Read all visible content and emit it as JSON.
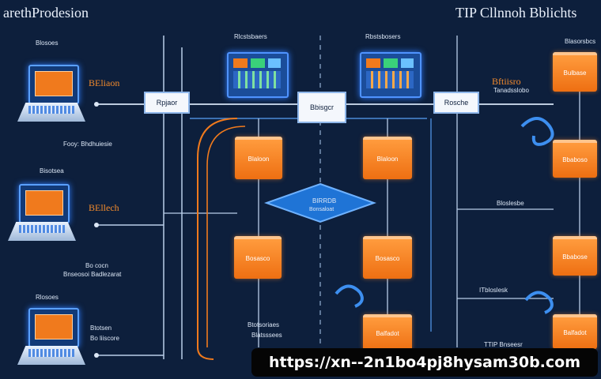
{
  "titles": {
    "left": "arethProdesion",
    "right": "TIP Cllnnoh Bblichts"
  },
  "labels": {
    "top_col2": "Rlcstsbaers",
    "top_col3": "Rbstsbosers",
    "top_right": "Blasorsbcs",
    "laptop1_tag": "Blosoes",
    "laptop3_tag": "Rlosoes",
    "left_mid1": "Fooy: Bhdhuiesie",
    "left_mid2": "Bisotsea",
    "left_low1": "Bo cocn",
    "left_low2": "Bnseosoi Badlezarat",
    "left_bottom1": "Btotsen",
    "left_bottom2": "Bo liiscore",
    "center_bottom1": "Btotsoriaes",
    "center_bottom2": "Blatsssees",
    "right_mid": "Bloslesbe",
    "right_low": "ITbloslesk",
    "right_bottom": "TTIP Bnseesr",
    "under_right_orange": "Tanadsslobo"
  },
  "orange_headings": {
    "laptop1": "BEliaon",
    "laptop2": "BEllech",
    "right": "Bftiisro"
  },
  "nodes": {
    "hub_left": "Rpjaor",
    "hub_center": "Bbisgcr",
    "hub_right": "Rosche",
    "diamond_top": "BIRRDB",
    "diamond_bottom": "Bonsaloat",
    "col2_box1": "Blaloon",
    "col2_box2": "Bosasco",
    "col3_box1": "Blaloon",
    "col3_box2": "Bosasco",
    "col3_box3": "Balfadot",
    "right_box1": "Bulbase",
    "right_box2": "Bbaboso",
    "right_box3": "Bbabose",
    "right_box4": "Balfadot"
  },
  "watermark_url": "https://xn--2n1bo4pj8hysam30b.com",
  "colors": {
    "background": "#0d1f3c",
    "line": "#b9cde8",
    "accent_orange": "#f07a1d",
    "accent_blue": "#2f7cff"
  }
}
